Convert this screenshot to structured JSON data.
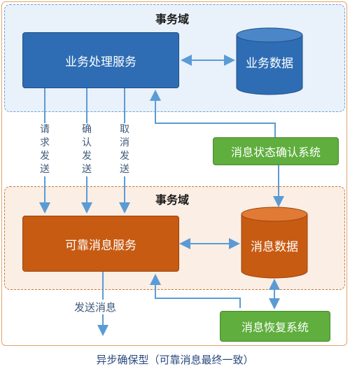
{
  "domains": {
    "top_title": "事务域",
    "bottom_title": "事务域"
  },
  "nodes": {
    "business_service": "业务处理服务",
    "business_data": "业务数据",
    "status_confirm": "消息状态确认系统",
    "reliable_service": "可靠消息服务",
    "message_data": "消息数据",
    "recovery_system": "消息恢复系统"
  },
  "edges": {
    "request_send": "请求发送",
    "confirm_send": "确认发送",
    "cancel_send": "取消发送",
    "send_message": "发送消息"
  },
  "caption": "异步确保型（可靠消息最终一致）",
  "colors": {
    "blue": "#2e6db4",
    "orange": "#c75b12",
    "green": "#5fae3e",
    "arrow": "#5b9bd5"
  }
}
